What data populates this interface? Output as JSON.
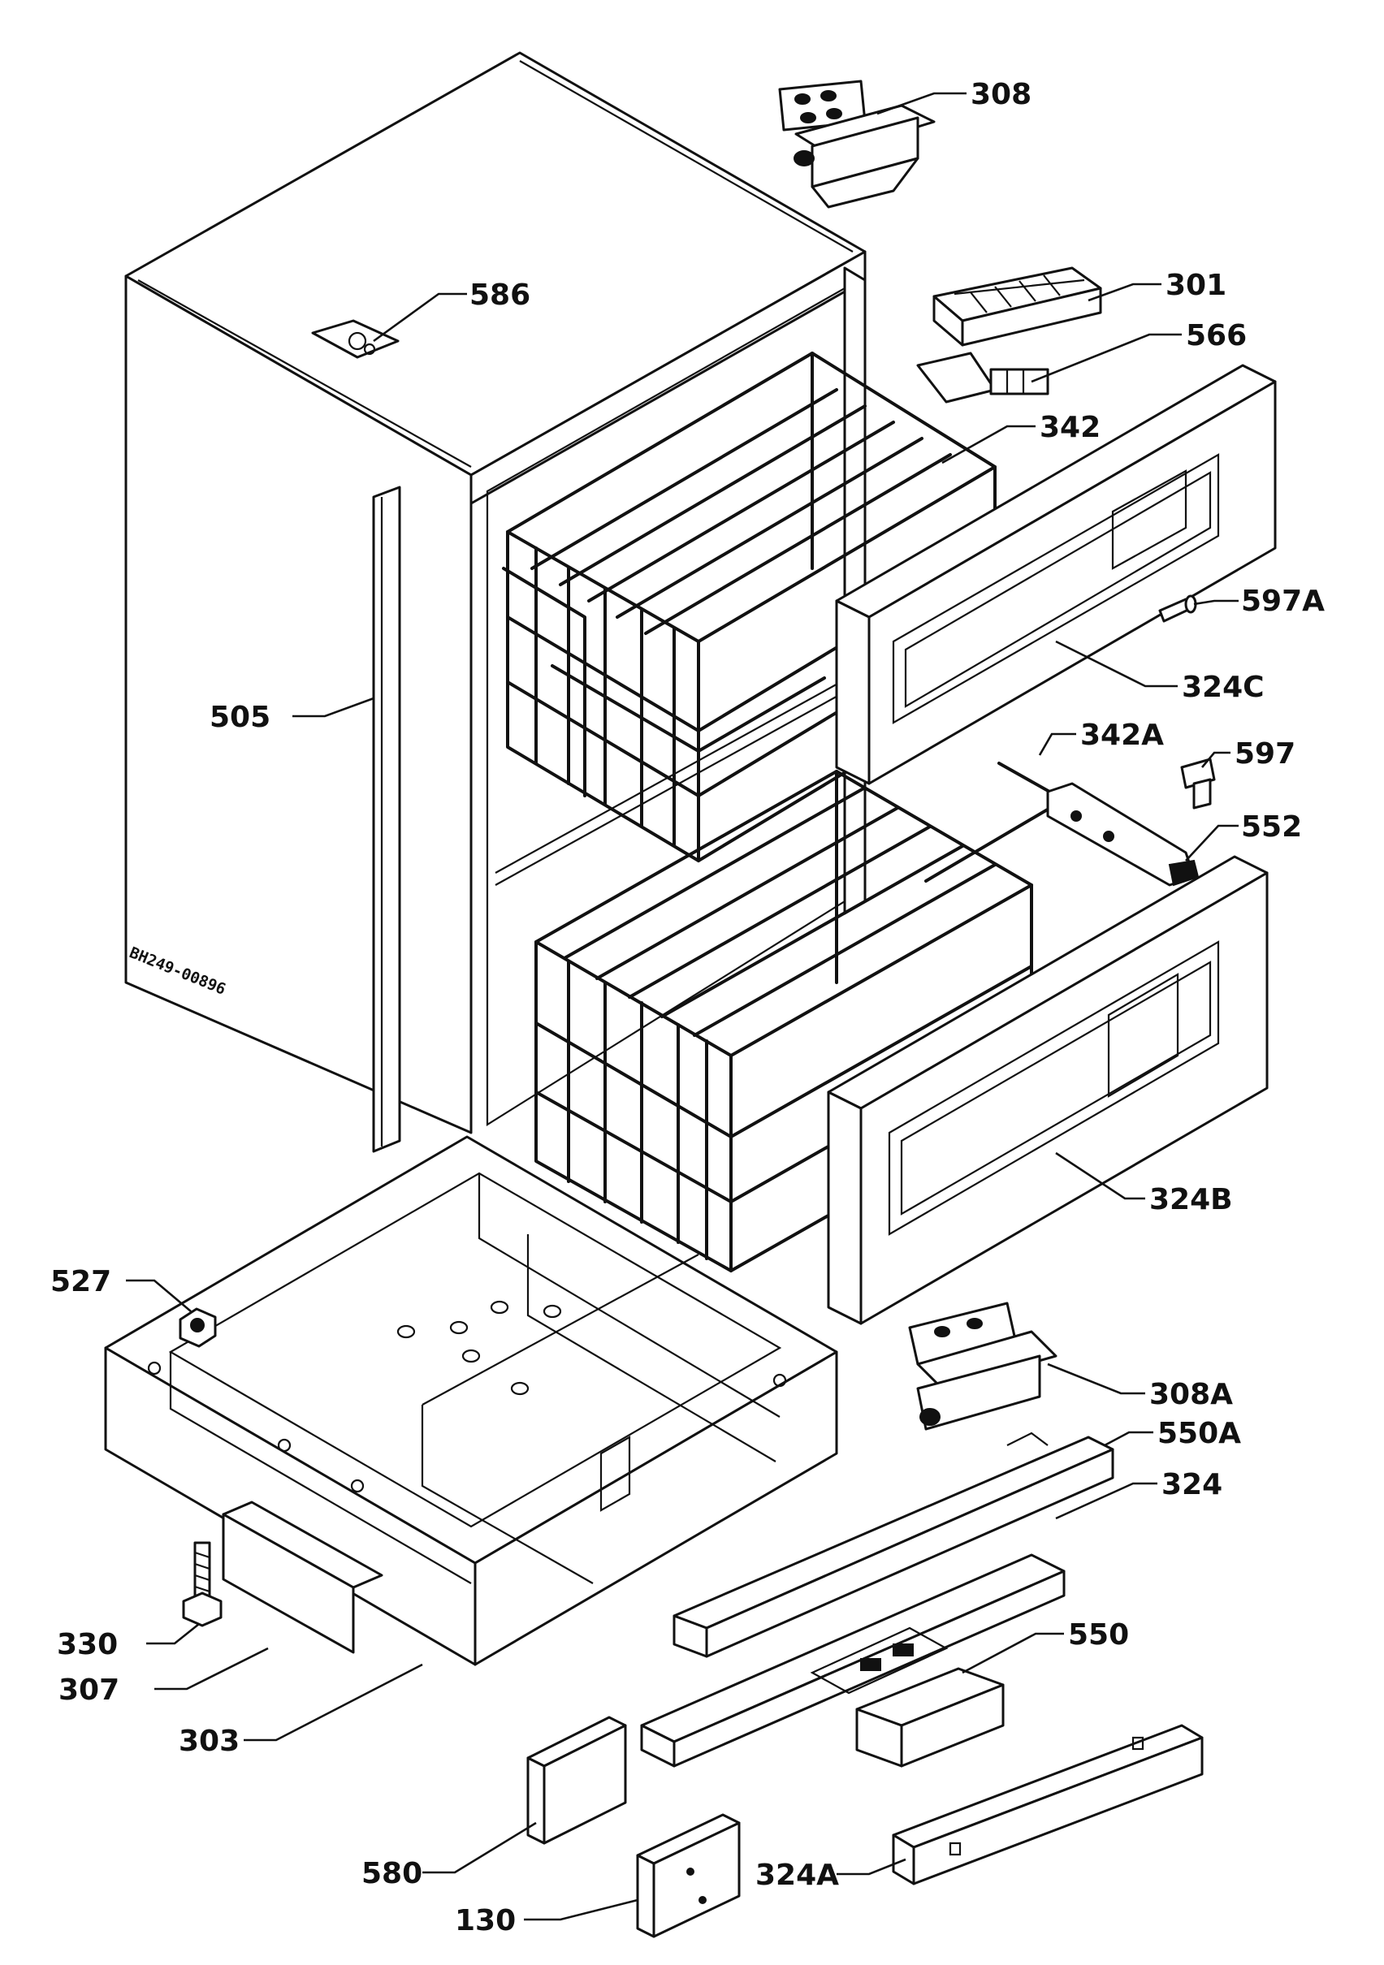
{
  "figure_code": "BH249-00896",
  "labels": {
    "l308": "308",
    "l586": "586",
    "l301": "301",
    "l566": "566",
    "l342": "342",
    "l597A": "597A",
    "l324C": "324C",
    "l505": "505",
    "l342A": "342A",
    "l597": "597",
    "l552": "552",
    "l324B": "324B",
    "l527": "527",
    "l308A": "308A",
    "l550A": "550A",
    "l324": "324",
    "l330": "330",
    "l307": "307",
    "l550": "550",
    "l303": "303",
    "l580": "580",
    "l324A": "324A",
    "l130": "130"
  },
  "colors": {
    "line": "#111111",
    "background": "#ffffff"
  }
}
